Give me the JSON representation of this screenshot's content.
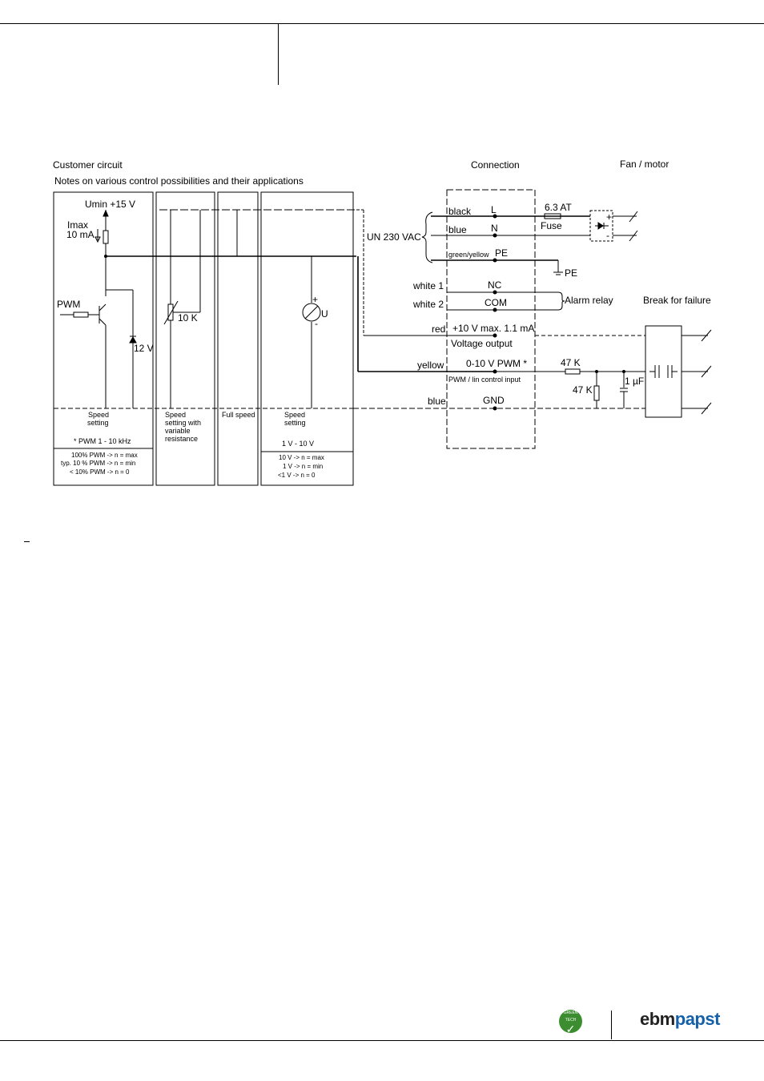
{
  "headings": {
    "customer_circuit": "Customer circuit",
    "notes": "Notes on various control possibilities and their applications",
    "connection": "Connection",
    "fan_motor": "Fan / motor"
  },
  "customer": {
    "umin": "Umin +15 V",
    "imax": "Imax",
    "imax_val": "10 mA",
    "pwm": "PWM",
    "zener": "12 V",
    "pot": "10 K",
    "meter": "U",
    "plus": "+",
    "minus": "-",
    "col1_title_1": "Speed",
    "col1_title_2": "setting",
    "col1_note": "* PWM 1 - 10 kHz",
    "col1_l1": "100% PWM -> n = max",
    "col1_l2": "typ. 10 % PWM -> n = min",
    "col1_l3": "< 10% PWM -> n = 0",
    "col2_l1": "Speed",
    "col2_l2": "setting with",
    "col2_l3": "variable",
    "col2_l4": "resistance",
    "col3_l1": "Full speed",
    "col4_l1": "Speed",
    "col4_l2": "setting",
    "col4_range": "1 V - 10 V",
    "col4_r1": "10 V -> n = max",
    "col4_r2": "1 V -> n = min",
    "col4_r3": "<1 V -> n = 0"
  },
  "connection": {
    "black": "black",
    "L": "L",
    "blue1": "blue",
    "N": "N",
    "un": "UN 230 VAC",
    "gy": "green/yellow",
    "PE": "PE",
    "PE_ground": "PE",
    "white1": "white 1",
    "NC": "NC",
    "white2": "white 2",
    "COM": "COM",
    "red": "red",
    "v_out": "+10 V max. 1.1 mA",
    "v_out_label": "Voltage output",
    "yellow": "yellow",
    "ctrl": "0-10 V  PWM *",
    "ctrl_label": "PWM / lin control input",
    "blue2": "blue",
    "GND": "GND",
    "fuse_val": "6.3 AT",
    "fuse": "Fuse",
    "alarm": "Alarm relay",
    "r1": "47 K",
    "r2": "47 K",
    "cap": "1 µF",
    "break": "Break for failure",
    "motor_plus": "+",
    "motor_minus": "-"
  },
  "footer": {
    "badge": "GREEN TECH",
    "brand_1": "ebm",
    "brand_2": "papst"
  }
}
